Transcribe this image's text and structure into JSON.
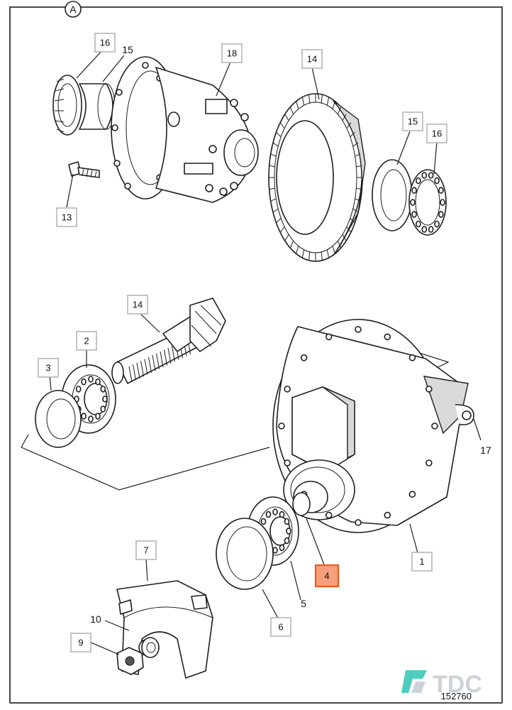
{
  "diagram": {
    "view_marker": "A",
    "reference_number": "152760",
    "brand": "TDC",
    "brand_colors": {
      "logo_teal": "#2ec4b6",
      "logo_grey": "#c5cbd2",
      "highlight": "#ee5a1e"
    },
    "callouts": [
      {
        "id": "16a",
        "label": "16",
        "style": "box"
      },
      {
        "id": "15a",
        "label": "15",
        "style": "plain"
      },
      {
        "id": "18",
        "label": "18",
        "style": "box"
      },
      {
        "id": "14a",
        "label": "14",
        "style": "box"
      },
      {
        "id": "15b",
        "label": "15",
        "style": "box"
      },
      {
        "id": "16b",
        "label": "16",
        "style": "box"
      },
      {
        "id": "13",
        "label": "13",
        "style": "box"
      },
      {
        "id": "14b",
        "label": "14",
        "style": "box"
      },
      {
        "id": "2",
        "label": "2",
        "style": "box"
      },
      {
        "id": "3",
        "label": "3",
        "style": "box"
      },
      {
        "id": "17",
        "label": "17",
        "style": "plain"
      },
      {
        "id": "4",
        "label": "4",
        "style": "box",
        "highlighted": true
      },
      {
        "id": "1",
        "label": "1",
        "style": "box"
      },
      {
        "id": "7",
        "label": "7",
        "style": "box"
      },
      {
        "id": "5",
        "label": "5",
        "style": "plain"
      },
      {
        "id": "10",
        "label": "10",
        "style": "plain"
      },
      {
        "id": "9",
        "label": "9",
        "style": "box"
      },
      {
        "id": "6",
        "label": "6",
        "style": "box"
      }
    ]
  }
}
